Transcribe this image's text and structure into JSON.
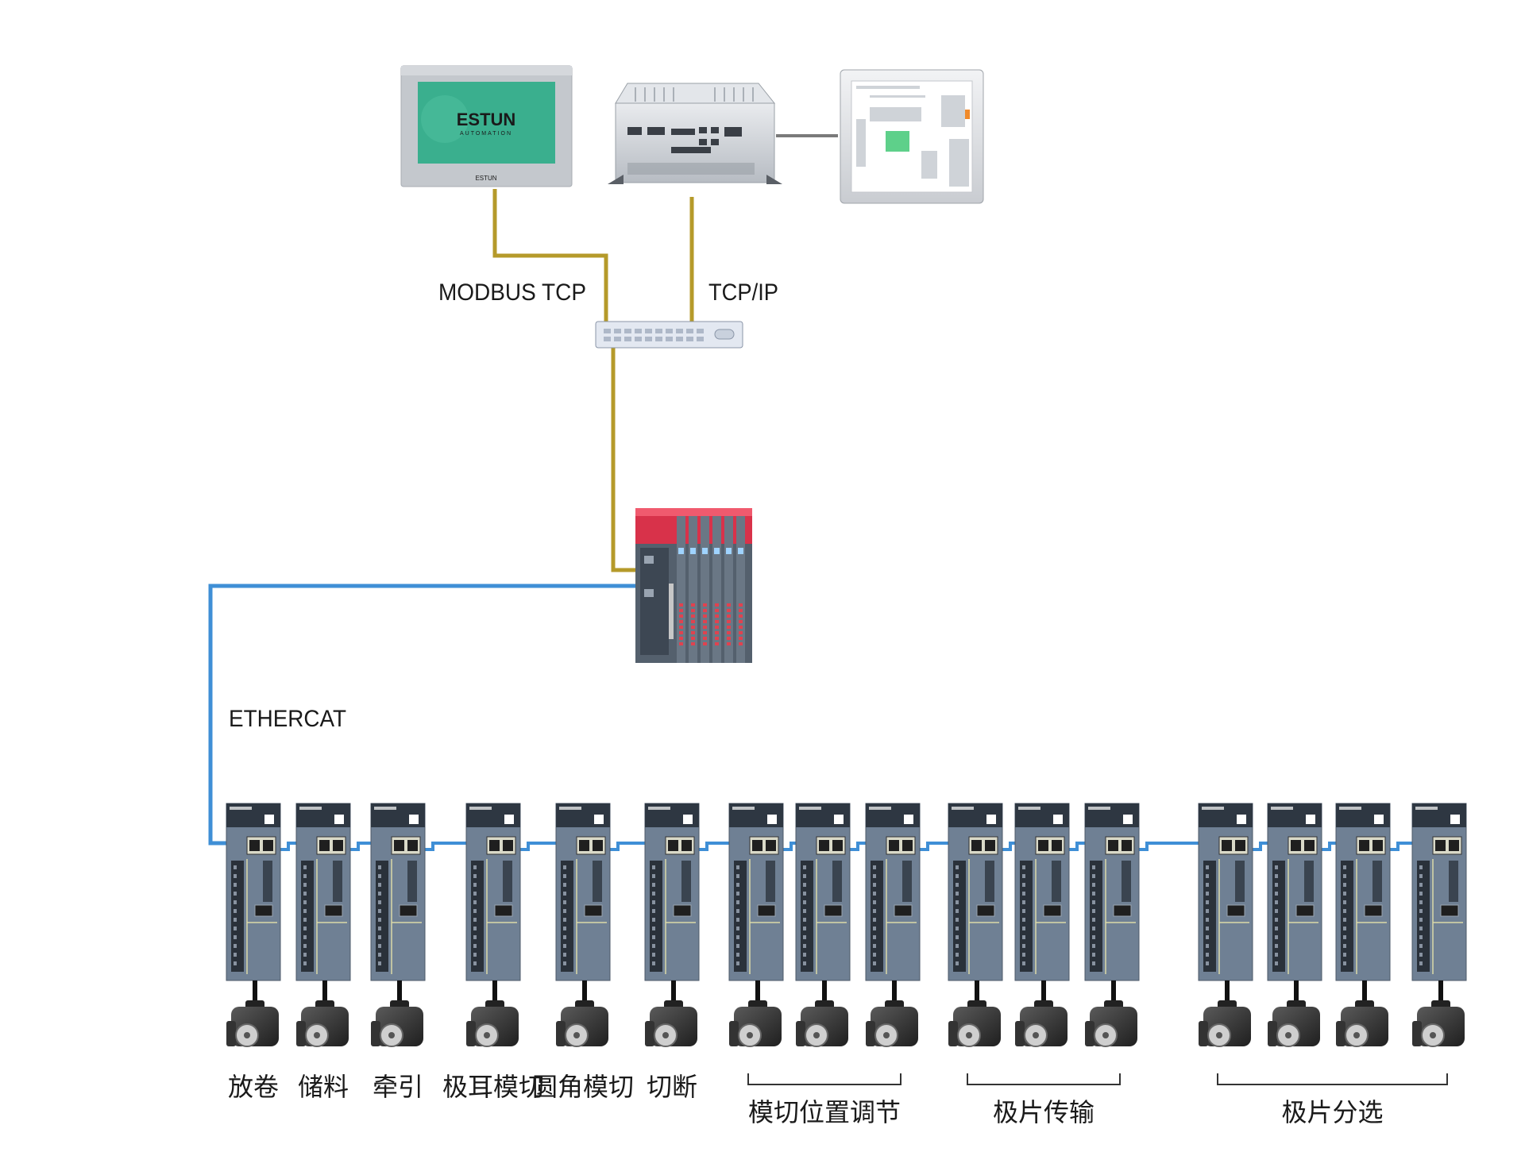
{
  "hmi": {
    "brand": "ESTUN",
    "subtitle": "AUTOMATION",
    "bezel_logo": "ESTUN"
  },
  "connections": {
    "modbus": "MODBUS TCP",
    "tcpip": "TCP/IP",
    "ethercat": "ETHERCAT"
  },
  "groups": [
    {
      "label": "放卷",
      "count": 1
    },
    {
      "label": "储料",
      "count": 1
    },
    {
      "label": "牵引",
      "count": 1
    },
    {
      "label": "极耳模切",
      "count": 1
    },
    {
      "label": "圆角模切",
      "count": 1
    },
    {
      "label": "切断",
      "count": 1
    },
    {
      "label": "模切位置调节",
      "count": 3
    },
    {
      "label": "极片传输",
      "count": 3
    },
    {
      "label": "极片分选",
      "count": 4
    }
  ],
  "colors": {
    "modbus_cable": "#b59a2a",
    "ethercat_cable": "#3f8fd6",
    "hmi_screen": "#3aaf8e",
    "drive_body": "#6f8094",
    "plc_accent": "#d8324a"
  },
  "icons": [
    "hmi-panel",
    "industrial-pc",
    "touch-monitor",
    "network-switch",
    "plc-rack",
    "servo-drive",
    "servo-motor"
  ]
}
